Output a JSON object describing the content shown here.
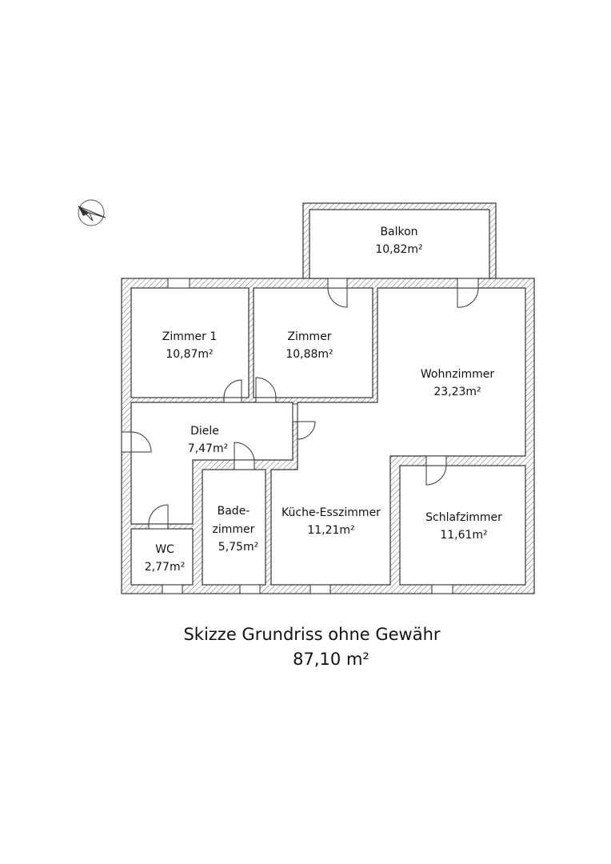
{
  "rooms": {
    "balkon": {
      "name": "Balkon",
      "area": "10,82m²"
    },
    "zimmer1": {
      "name": "Zimmer 1",
      "area": "10,87m²"
    },
    "zimmer": {
      "name": "Zimmer",
      "area": "10,88m²"
    },
    "wohnzimmer": {
      "name": "Wohnzimmer",
      "area": "23,23m²"
    },
    "diele": {
      "name": "Diele",
      "area": "7,47m²"
    },
    "badezimmer": {
      "name1": "Bade-",
      "name2": "zimmer",
      "area": "5,75m²"
    },
    "wc": {
      "name": "WC",
      "area": "2,77m²"
    },
    "kueche": {
      "name": "Küche-Esszimmer",
      "area": "11,21m²"
    },
    "schlafzimmer": {
      "name": "Schlafzimmer",
      "area": "11,61m²"
    }
  },
  "caption": {
    "title": "Skizze Grundriss ohne Gewähr",
    "total": "87,10 m²"
  },
  "icons": {
    "compass": "north-arrow-icon"
  }
}
